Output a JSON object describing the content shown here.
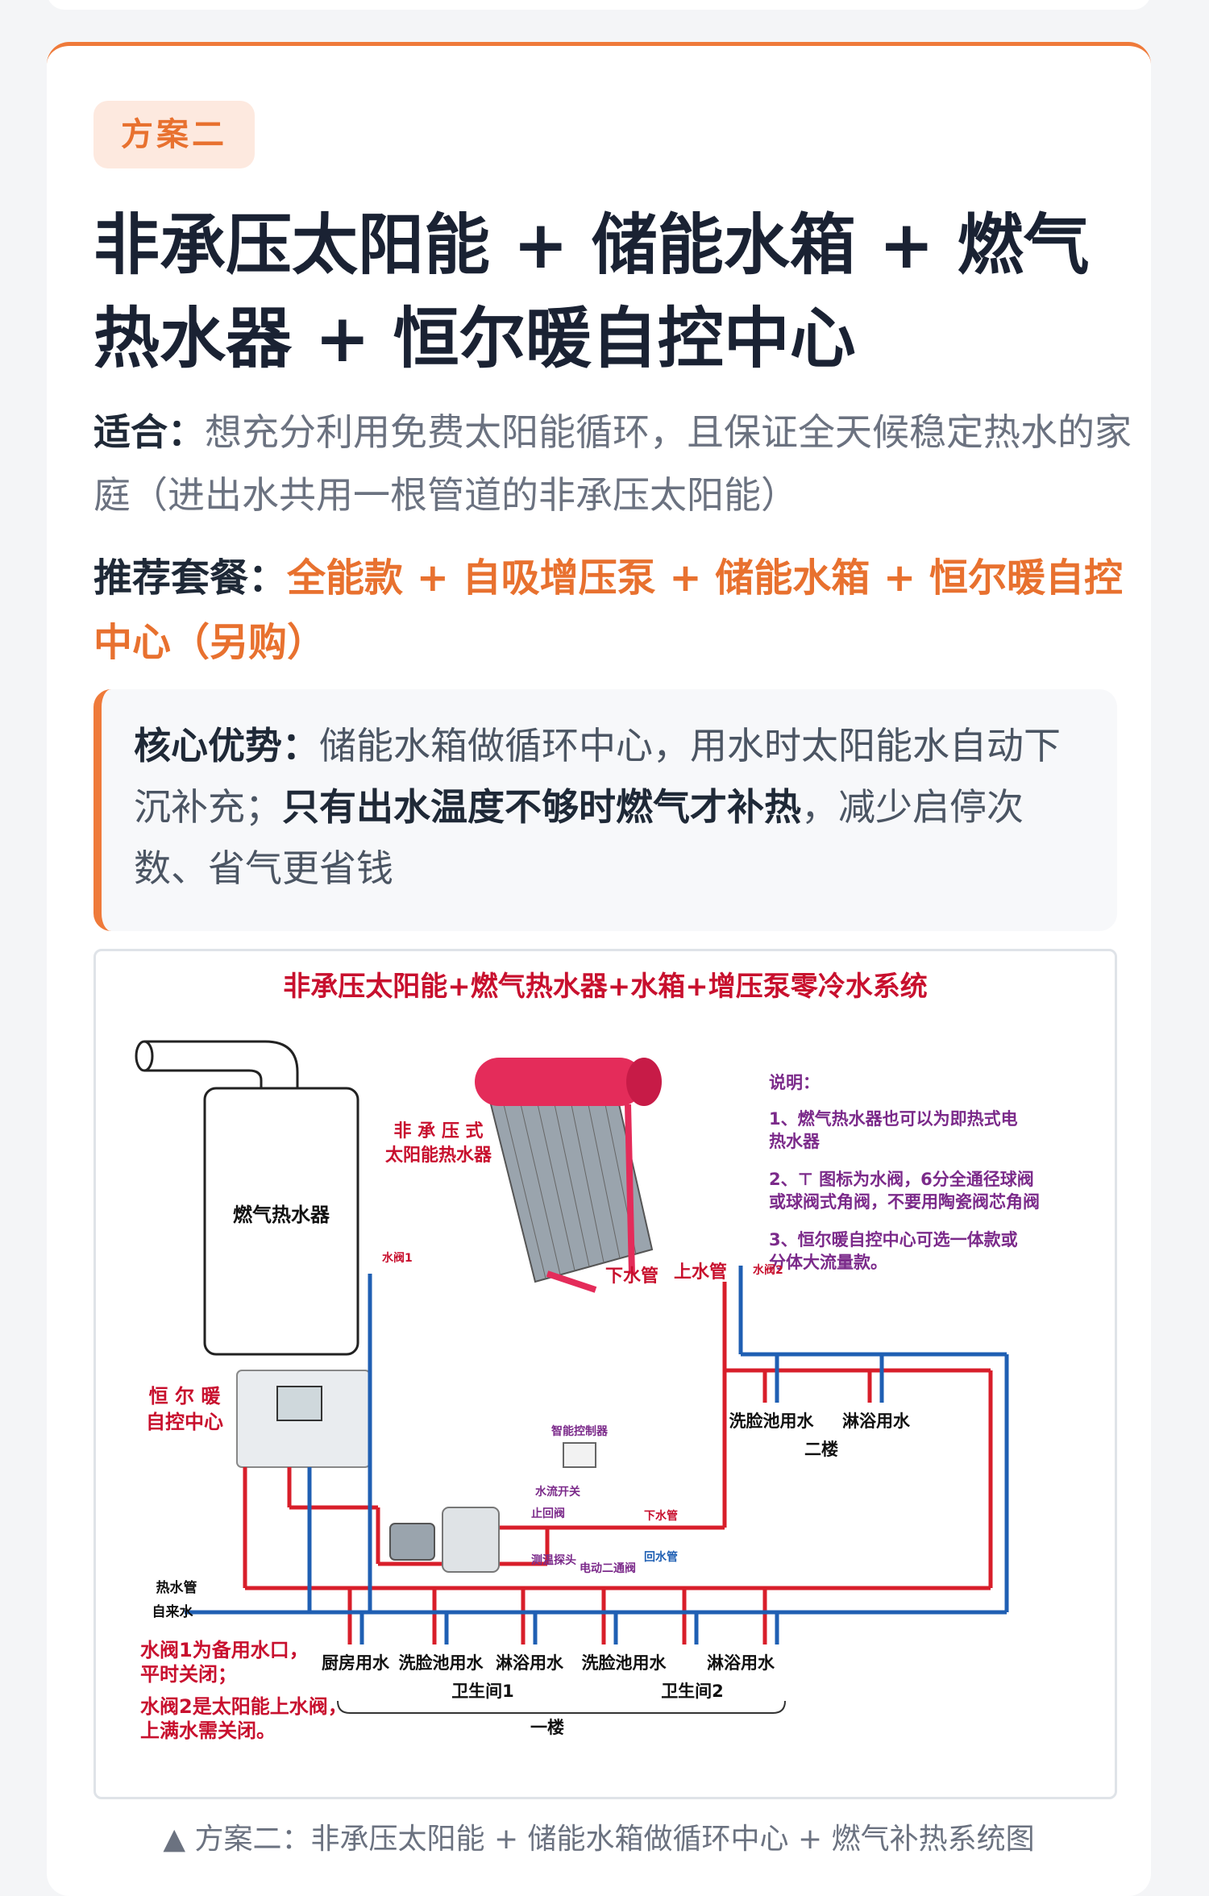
{
  "card": {
    "tag": "方案二",
    "title_line1": "非承压太阳能 + 储能水箱 + 燃气",
    "title_line2": "热水器 + 恒尔暖自控中心",
    "fit_label": "适合：",
    "fit_text": "想充分利用免费太阳能循环，且保证全天候稳定热水的家庭（进出水共用一根管道的非承压太阳能）",
    "rec_label": "推荐套餐：",
    "rec_text": "全能款 + 自吸增压泵 + 储能水箱 + 恒尔暖自控中心（另购）",
    "adv_label": "核心优势：",
    "adv_text1": "储能水箱做循环中心，用水时太阳能水自动下沉补充；",
    "adv_strong": "只有出水温度不够时燃气才补热",
    "adv_text2": "，减少启停次数、省气更省钱",
    "caption": "▲ 方案二：非承压太阳能 + 储能水箱做循环中心 + 燃气补热系统图"
  },
  "diagram": {
    "title": "非承压太阳能+燃气热水器+水箱+增压泵零冷水系统",
    "heater_label": "燃气热水器",
    "solar_label_line1": "非 承 压 式",
    "solar_label_line2": "太阳能热水器",
    "control_label_line1": "恒 尔 暖",
    "control_label_line2": "自控中心",
    "notes_title": "说明：",
    "note1_line1": "1、燃气热水器也可以为即热式电",
    "note1_line2": "热水器",
    "note2_line1": "2、⊤ 图标为水阀，6分全通径球阀",
    "note2_line2": "或球阀式角阀，不要用陶瓷阀芯角阀",
    "note3_line1": "3、恒尔暖自控中心可选一体款或",
    "note3_line2": "分体大流量款。",
    "valve1": "水阀1",
    "valve2": "水阀2",
    "down_pipe": "下水管",
    "up_pipe": "上水管",
    "smart_controller": "智能控制器",
    "flow_switch": "水流开关",
    "check_valve": "止回阀",
    "temp_probe": "测温探头",
    "electric_valve": "电动二通阀",
    "down_pipe_small": "下水管",
    "return_pipe": "回水管",
    "hot_pipe": "热水管",
    "tap_water": "自来水",
    "floor2_labels": [
      "洗脸池用水",
      "淋浴用水"
    ],
    "floor2_name": "二楼",
    "floor1_labels": [
      "厨房用水",
      "洗脸池用水",
      "淋浴用水",
      "洗脸池用水",
      "淋浴用水"
    ],
    "bath1": "卫生间1",
    "bath2": "卫生间2",
    "floor1_name": "一楼",
    "bottom_note1_line1": "水阀1为备用水口，",
    "bottom_note1_line2": "平时关闭；",
    "bottom_note2_line1": "水阀2是太阳能上水阀，",
    "bottom_note2_line2": "上满水需关闭。",
    "colors": {
      "hot": "#d81e2a",
      "cold": "#1f5fb3",
      "note": "#7b2a8a",
      "title": "#c8102e"
    }
  }
}
